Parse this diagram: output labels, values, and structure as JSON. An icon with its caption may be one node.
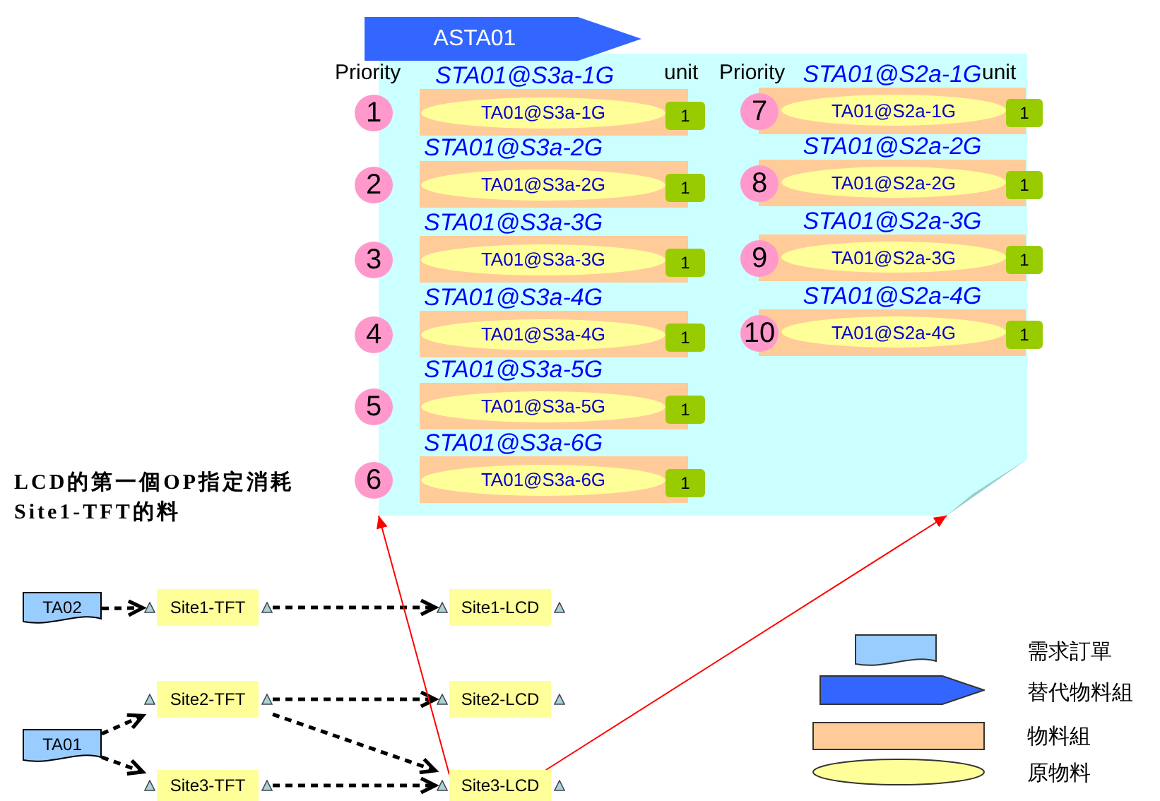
{
  "diagram": {
    "nodes": [
      {
        "text": [
          "ASTA01"
        ]
      },
      {
        "text": [],
        "shape": "box"
      },
      {
        "text": [
          "1"
        ]
      },
      {
        "text": [
          "STA01@S3a-1G"
        ],
        "in": 1
      },
      {
        "text": [
          "TA01@S3a-1G"
        ],
        "in": 3
      },
      {
        "text": [
          "1"
        ],
        "in": 1
      },
      {
        "text": [
          "2"
        ]
      },
      {
        "text": [
          "STA01@S3a-2G"
        ],
        "in": 1
      },
      {
        "text": [
          "TA01@S3a-2G"
        ],
        "in": 7
      },
      {
        "text": [
          "1"
        ],
        "in": 1
      },
      {
        "text": [
          "3"
        ]
      },
      {
        "text": [
          "STA01@S3a-3G"
        ],
        "in": 1
      },
      {
        "text": [
          "TA01@S3a-3G"
        ],
        "in": 11
      },
      {
        "text": [
          "1"
        ],
        "in": 1
      },
      {
        "text": [
          "4"
        ]
      },
      {
        "text": [
          "STA01@S3a-4G"
        ],
        "in": 1
      },
      {
        "text": [
          "TA01@S3a-4G"
        ],
        "in": 15
      },
      {
        "text": [
          "1"
        ],
        "in": 1
      },
      {
        "text": [
          "5"
        ]
      },
      {
        "text": [
          "STA01@S3a-5G"
        ],
        "in": 1
      },
      {
        "text": [
          "TA01@S3a-5G"
        ],
        "in": 19
      },
      {
        "text": [
          "1"
        ],
        "in": 1
      },
      {
        "text": [
          "6"
        ]
      },
      {
        "text": [
          "STA01@S3a-6G"
        ],
        "in": 1
      },
      {
        "text": [
          "TA01@S3a-6G"
        ],
        "in": 23
      },
      {
        "text": [
          "1"
        ],
        "in": 1
      },
      {
        "text": [
          "7"
        ],
        "in": 1
      },
      {
        "text": [
          "STA01@S2a-1G"
        ],
        "in": 1
      },
      {
        "text": [
          "TA01@S2a-1G"
        ],
        "in": 27
      },
      {
        "text": [
          "1"
        ]
      },
      {
        "text": [
          "8"
        ],
        "in": 1
      },
      {
        "text": [
          "STA01@S2a-2G"
        ],
        "in": 1
      },
      {
        "text": [
          "TA01@S2a-2G"
        ],
        "in": 31
      },
      {
        "text": [
          "1"
        ]
      },
      {
        "text": [
          "9"
        ],
        "in": 1
      },
      {
        "text": [
          "STA01@S2a-3G"
        ],
        "in": 1
      },
      {
        "text": [
          "TA01@S2a-3G"
        ],
        "in": 35
      },
      {
        "text": [
          "1"
        ]
      },
      {
        "text": [
          "10"
        ],
        "in": 1
      },
      {
        "text": [
          "STA01@S2a-4G"
        ],
        "in": 1
      },
      {
        "text": [
          "TA01@S2a-4G"
        ],
        "in": 39
      },
      {
        "text": [
          "1"
        ]
      },
      {
        "text": [
          "TA02"
        ]
      },
      {
        "text": [
          "Site1-TFT"
        ]
      },
      {
        "text": [
          "Site1-LCD"
        ]
      },
      {
        "text": [
          "TA01"
        ]
      },
      {
        "text": [
          "Site2-TFT"
        ]
      },
      {
        "text": [
          "Site2-LCD"
        ]
      },
      {
        "text": [
          "Site3-TFT"
        ]
      },
      {
        "text": [
          "Site3-LCD"
        ]
      }
    ],
    "edges": [
      {
        "from": 42,
        "to": 43,
        "arrow": "to",
        "style": "dashed"
      },
      {
        "from": 43,
        "to": 44,
        "arrow": "to",
        "style": "dashed"
      },
      {
        "from": 45,
        "to": 46,
        "arrow": "to",
        "style": "dashed"
      },
      {
        "from": 45,
        "to": 48,
        "arrow": "to",
        "style": "dashed"
      },
      {
        "from": 46,
        "to": 47,
        "arrow": "to",
        "style": "dashed"
      },
      {
        "from": 46,
        "to": 49,
        "arrow": "to",
        "style": "dashed"
      },
      {
        "from": 48,
        "to": 49,
        "arrow": "to",
        "style": "dashed"
      },
      {
        "from": 49,
        "to": 1,
        "arrow": "to",
        "color": "#ff0000"
      },
      {
        "from": 49,
        "to": 1,
        "arrow": "to",
        "color": "#ff0000"
      }
    ],
    "labels": [
      "Priority",
      "unit",
      "Priority",
      "unit",
      "LCD的第一個OP指定消耗 Site1-TFT的料"
    ],
    "legend": [
      {
        "text": "需求訂單"
      },
      {
        "text": "替代物料組"
      },
      {
        "text": "物料組"
      },
      {
        "text": "原物料"
      }
    ]
  }
}
